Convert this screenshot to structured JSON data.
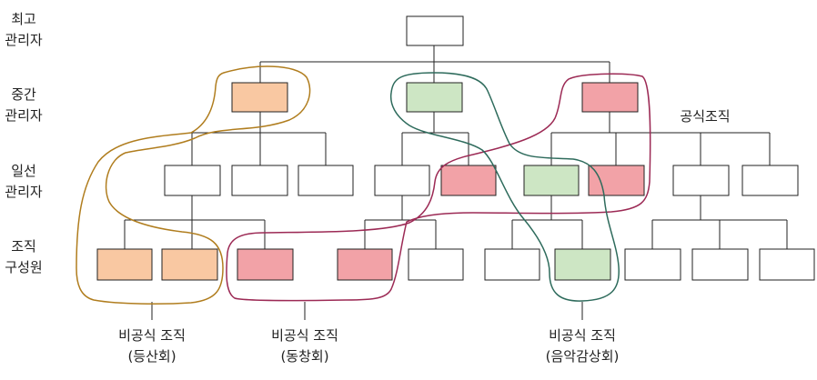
{
  "levels": [
    {
      "line1": "최고",
      "line2": "관리자"
    },
    {
      "line1": "중간",
      "line2": "관리자"
    },
    {
      "line1": "일선",
      "line2": "관리자"
    },
    {
      "line1": "조직",
      "line2": "구성원"
    }
  ],
  "formal_label": "공식조직",
  "informal_groups": [
    {
      "line1": "비공식 조직",
      "line2": "(등산회)"
    },
    {
      "line1": "비공식 조직",
      "line2": "(동창회)"
    },
    {
      "line1": "비공식 조직",
      "line2": "(음악감상회)"
    }
  ],
  "colors": {
    "orange": "#f9c8a2",
    "red": "#f2a2a7",
    "green": "#cde6c4",
    "orange_line": "#b07d1e",
    "red_line": "#9c2a55",
    "green_line": "#2e6b5c"
  }
}
